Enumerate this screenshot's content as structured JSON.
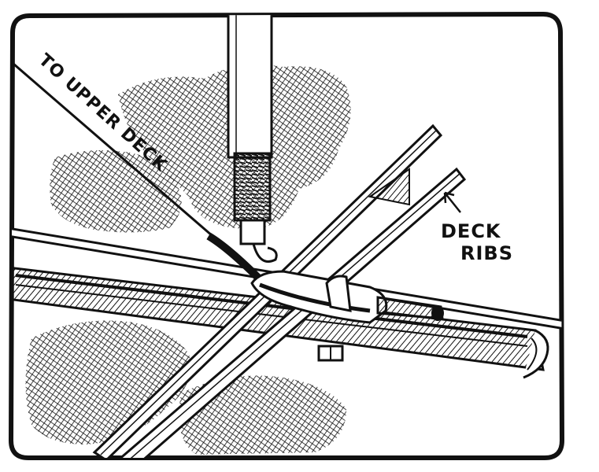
{
  "labels": {
    "to_upper_deck": "TO UPPER DECK",
    "deck": "DECK",
    "ribs": "RIBS"
  },
  "colors": {
    "ink": "#111111",
    "paper": "#ffffff"
  }
}
